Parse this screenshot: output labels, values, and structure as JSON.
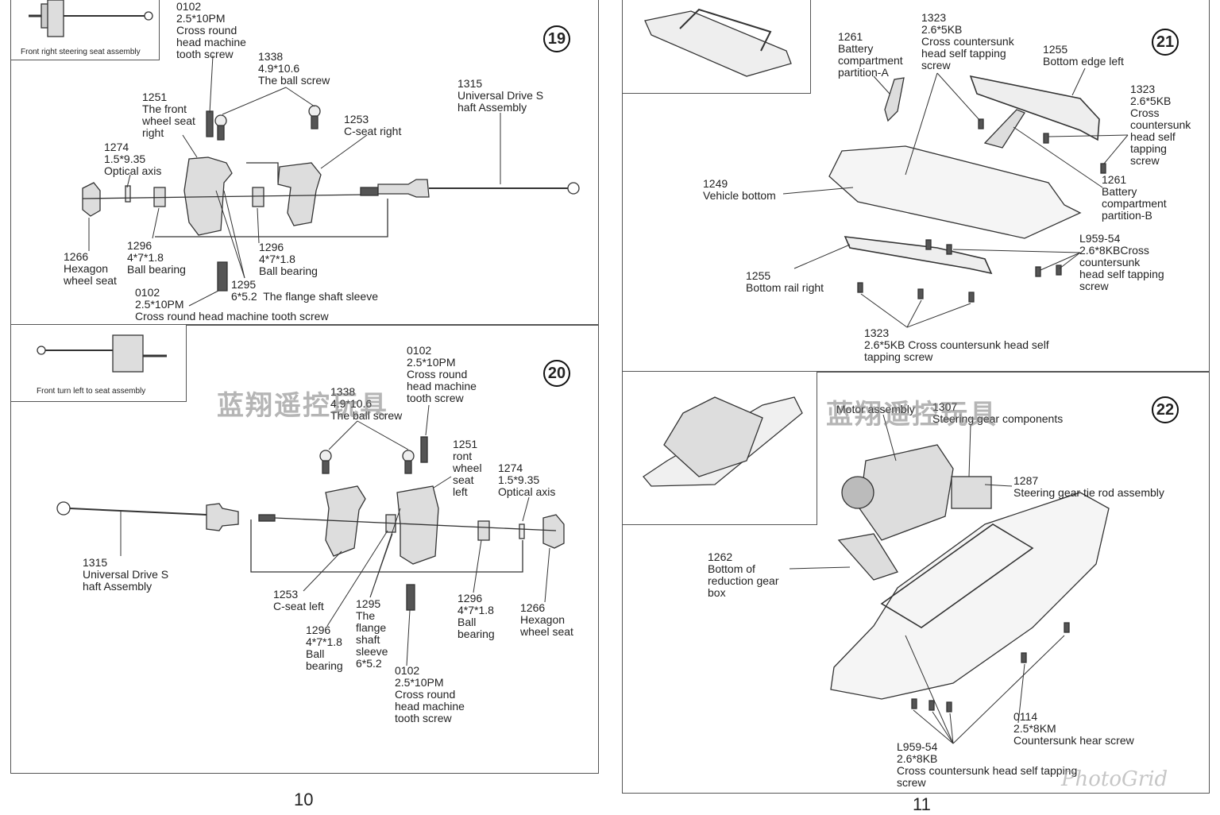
{
  "pages": {
    "left": "10",
    "right": "11"
  },
  "watermark": "蓝翔遥控玩具",
  "photogrid": "PhotoGrid",
  "step19": {
    "number": "19",
    "inset_caption": "Front right steering seat assembly",
    "labels": {
      "l0102a": "0102\n2.5*10PM\nCross round\nhead machine\ntooth screw",
      "l1338": "1338\n4.9*10.6\nThe ball screw",
      "l1315": "1315\nUniversal Drive S\nhaft Assembly",
      "l1251": "1251\nThe front\nwheel seat\nright",
      "l1253": "1253\nC-seat right",
      "l1274": "1274\n1.5*9.35\nOptical axis",
      "l1296a": "1296\n4*7*1.8\nBall bearing",
      "l1296b": "1296\n4*7*1.8\nBall bearing",
      "l1266": "1266\nHexagon\nwheel seat",
      "l1295": "1295\n6*5.2  The flange shaft sleeve",
      "l0102b": "0102\n2.5*10PM\nCross round head machine tooth screw"
    }
  },
  "step20": {
    "number": "20",
    "inset_caption": "Front turn left to seat assembly",
    "labels": {
      "l0102a": "0102\n2.5*10PM\nCross round\nhead machine\ntooth screw",
      "l1338": "1338\n4.9*10.6\nThe ball screw",
      "l1251": "1251\nront\nwheel\nseat\nleft",
      "l1274": "1274\n1.5*9.35\nOptical axis",
      "l1315": "1315\nUniversal Drive S\nhaft Assembly",
      "l1253": "1253\nC-seat left",
      "l1295": "1295\nThe\nflange\nshaft\nsleeve\n6*5.2",
      "l1296a": "1296\n4*7*1.8\nBall\nbearing",
      "l1296b": "1296\n4*7*1.8\nBall\nbearing",
      "l1266": "1266\nHexagon\nwheel seat",
      "l0102b": "0102\n2.5*10PM\nCross round\nhead machine\ntooth screw"
    }
  },
  "step21": {
    "number": "21",
    "labels": {
      "l1261a": "1261\nBattery\ncompartment\npartition-A",
      "l1323a": "1323\n2.6*5KB\nCross countersunk\nhead self tapping\nscrew",
      "l1255a": "1255\nBottom edge left",
      "l1323b": "1323\n2.6*5KB\nCross\ncountersunk\nhead self\ntapping\nscrew",
      "l1249": "1249\nVehicle bottom",
      "l1261b": "1261\nBattery\ncompartment\npartition-B",
      "lL959": "L959-54\n2.6*8KBCross\ncountersunk\nhead self tapping\nscrew",
      "l1255b": "1255\nBottom rail right",
      "l1323c": "1323\n2.6*5KB Cross countersunk head self\ntapping screw"
    }
  },
  "step22": {
    "number": "22",
    "labels": {
      "lmotor": "Motor assembly",
      "l1307": "1307\nSteering gear components",
      "l1287": "1287\nSteering gear tie rod assembly",
      "l1262": "1262\nBottom of\nreduction gear\nbox",
      "l0114": "0114\n2.5*8KM\nCountersunk hear screw",
      "lL959": "L959-54\n2.6*8KB\nCross countersunk head self tapping\nscrew"
    }
  }
}
